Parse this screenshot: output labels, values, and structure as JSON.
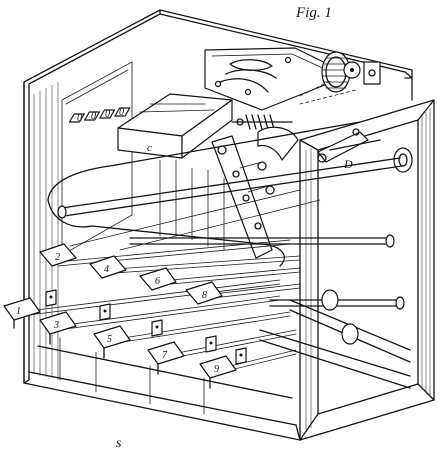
{
  "figure": {
    "caption": "Fig. 1",
    "reference_letters": {
      "d": "D",
      "c": "c",
      "s": "s"
    },
    "rear_keys": [
      "2",
      "4",
      "6",
      "8"
    ],
    "front_keys": [
      "1",
      "3",
      "5",
      "7",
      "9"
    ],
    "counter_window_digits": [
      "0",
      "0",
      "0",
      "0"
    ],
    "colors": {
      "ink": "#141414",
      "paper": "#ffffff"
    }
  }
}
